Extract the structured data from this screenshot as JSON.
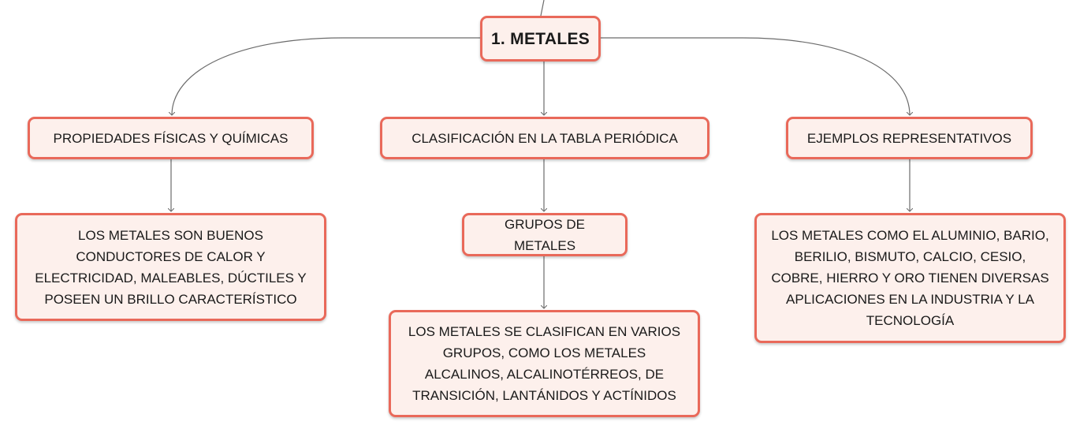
{
  "colors": {
    "node_border": "#e9695a",
    "node_fill": "#fdf0ec",
    "connector": "#6b6b6b",
    "text": "#1a1a1a"
  },
  "root": {
    "label": "1. METALES"
  },
  "branches": [
    {
      "label": "PROPIEDADES FÍSICAS Y QUÍMICAS",
      "child": {
        "label": "LOS METALES SON BUENOS CONDUCTORES DE CALOR Y ELECTRICIDAD, MALEABLES, DÚCTILES Y POSEEN UN BRILLO CARACTERÍSTICO"
      }
    },
    {
      "label": "CLASIFICACIÓN EN LA TABLA PERIÓDICA",
      "child": {
        "label": "GRUPOS DE METALES",
        "child": {
          "label": "LOS METALES SE CLASIFICAN EN VARIOS GRUPOS, COMO LOS METALES ALCALINOS, ALCALINOTÉRREOS, DE TRANSICIÓN, LANTÁNIDOS Y ACTÍNIDOS"
        }
      }
    },
    {
      "label": "EJEMPLOS REPRESENTATIVOS",
      "child": {
        "label": "LOS METALES COMO EL ALUMINIO, BARIO, BERILIO, BISMUTO, CALCIO, CESIO, COBRE, HIERRO Y ORO TIENEN DIVERSAS APLICACIONES EN LA INDUSTRIA Y LA TECNOLOGÍA"
      }
    }
  ]
}
